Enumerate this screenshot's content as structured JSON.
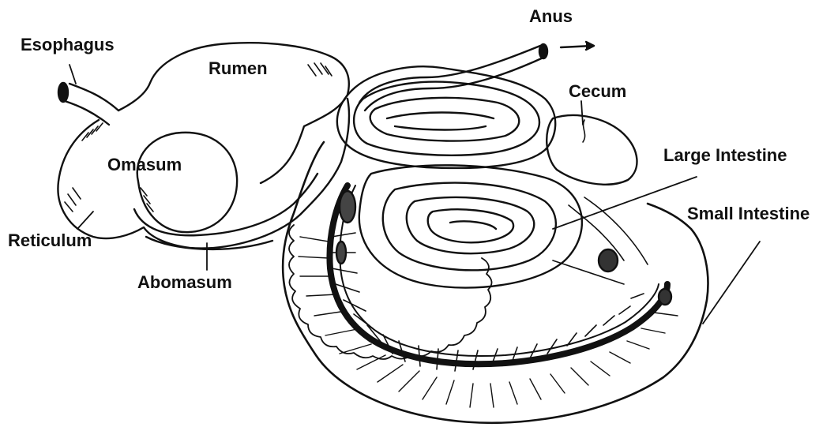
{
  "labels": {
    "esophagus": "Esophagus",
    "rumen": "Rumen",
    "anus": "Anus",
    "cecum": "Cecum",
    "omasum": "Omasum",
    "large_intestine": "Large Intestine",
    "small_intestine": "Small Intestine",
    "reticulum": "Reticulum",
    "abomasum": "Abomasum"
  },
  "colors": {
    "ink": "#111111",
    "background": "#ffffff"
  }
}
